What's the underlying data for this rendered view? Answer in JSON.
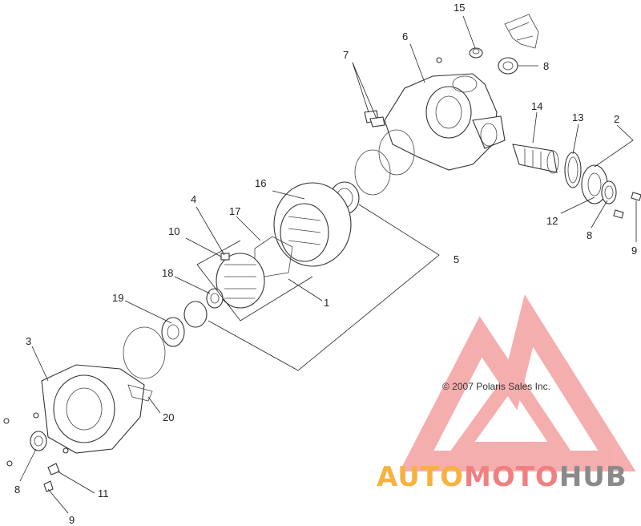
{
  "diagram": {
    "copyright": "© 2007  Polaris Sales Inc.",
    "callouts": [
      "15",
      "6",
      "7",
      "8",
      "14",
      "13",
      "2",
      "16",
      "4",
      "17",
      "10",
      "18",
      "12",
      "8",
      "9",
      "5",
      "1",
      "19",
      "3",
      "20",
      "8",
      "11",
      "9"
    ]
  },
  "watermark": {
    "brand_part1": "AUTO",
    "brand_part2": "MOTO",
    "brand_part3": "HUB",
    "colors": {
      "logo": "#f08080",
      "part1": "#f7b23e",
      "part2": "#f08080",
      "part3": "#8a8a8a"
    }
  }
}
